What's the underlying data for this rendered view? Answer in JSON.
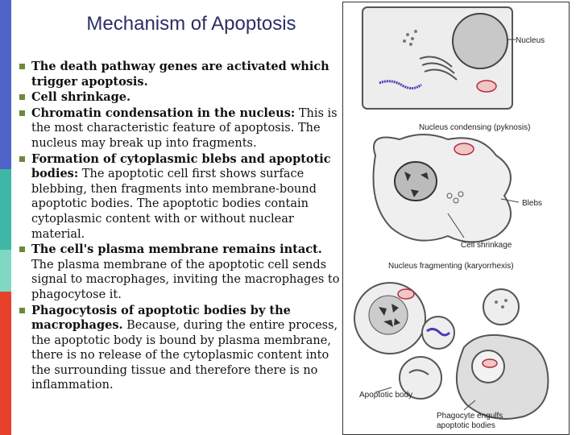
{
  "slide": {
    "title": "Mechanism of Apoptosis",
    "bullets": [
      {
        "bold": "The death pathway genes are activated which trigger apoptosis.",
        "text": ""
      },
      {
        "bold": "Cell shrinkage.",
        "text": ""
      },
      {
        "bold": "Chromatin condensation in the nucleus:",
        "text": " This is the most characteristic feature of apoptosis. The nucleus may break up into fragments."
      },
      {
        "bold": "Formation of cytoplasmic blebs and apoptotic bodies:",
        "text": " The apoptotic cell first shows surface blebbing, then fragments into membrane-bound apoptotic bodies. The apoptotic bodies contain cytoplasmic content with or without nuclear material."
      },
      {
        "bold": "The cell's plasma membrane remains intact.",
        "text": " The plasma membrane of the apoptotic cell sends signal to macrophages, inviting the macrophages to phagocytose it."
      },
      {
        "bold": "Phagocytosis of apoptotic bodies by the macrophages.",
        "text": " Because, during the entire process, the apoptotic body is bound by plasma membrane, there is no release of the cytoplasmic content into the surrounding tissue and therefore there is no inflammation."
      }
    ]
  },
  "figure": {
    "labels": {
      "nucleus": "Nucleus",
      "condensing": "Nucleus condensing (pyknosis)",
      "blebs": "Blebs",
      "shrinkage": "Cell shrinkage",
      "fragmenting": "Nucleus fragmenting (karyorrhexis)",
      "apoptotic_body": "Apoptotic body",
      "phagocyte_line1": "Phagocyte engulfs",
      "phagocyte_line2": "apoptotic bodies"
    }
  },
  "colors": {
    "bar_segments": [
      "#4f63c8",
      "#3fb7a7",
      "#7fd8c4",
      "#e8412b"
    ],
    "title": "#2b2f66",
    "bullet_marker": "#6b8a3a",
    "er": "#4a3ab8",
    "mito": "#b03040"
  }
}
